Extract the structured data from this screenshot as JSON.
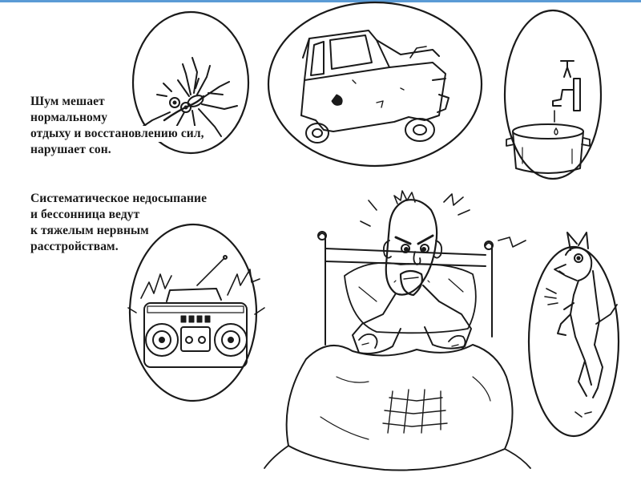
{
  "slide": {
    "paragraph_1": {
      "lines": [
        "Шум мешает",
        "нормальному",
        "отдыху и восстановлению сил,",
        "нарушает сон."
      ]
    },
    "paragraph_2": {
      "lines": [
        "Систематическое недосыпание",
        "и бессонница ведут",
        "к тяжелым нервным",
        "расстройствам."
      ]
    }
  },
  "colors": {
    "top_border": "#5b9bd5",
    "ink": "#1a1a1a",
    "background": "#ffffff"
  },
  "illustrations": [
    {
      "name": "mosquito",
      "icon": "mosquito-icon"
    },
    {
      "name": "old-car",
      "icon": "car-icon"
    },
    {
      "name": "dripping-tap",
      "icon": "faucet-icon"
    },
    {
      "name": "boombox",
      "icon": "radio-icon"
    },
    {
      "name": "barking-dog",
      "icon": "dog-icon"
    },
    {
      "name": "sleepless-man",
      "icon": "bed-icon"
    }
  ]
}
